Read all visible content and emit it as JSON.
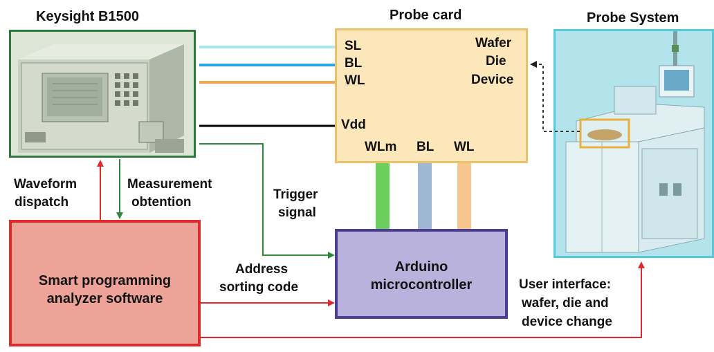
{
  "titles": {
    "keysight": "Keysight B1500",
    "probe_card": "Probe card",
    "probe_system": "Probe System"
  },
  "probe_card": {
    "left_labels": [
      "SL",
      "BL",
      "WL"
    ],
    "vdd": "Vdd",
    "right_labels": [
      "Wafer",
      "Die",
      "Device"
    ],
    "bottom_labels": [
      "WLm",
      "BL",
      "WL"
    ]
  },
  "software": {
    "line1": "Smart programming",
    "line2": "analyzer software"
  },
  "arduino": {
    "line1": "Arduino",
    "line2": "microcontroller"
  },
  "annotations": {
    "waveform_1": "Waveform",
    "waveform_2": "dispatch",
    "measurement_1": "Measurement",
    "measurement_2": "obtention",
    "trigger_1": "Trigger",
    "trigger_2": "signal",
    "address_1": "Address",
    "address_2": "sorting code",
    "user_1": "User interface:",
    "user_2": "wafer, die and",
    "user_3": "device change"
  },
  "colors": {
    "sl_line": "#a8e6ec",
    "bl_line": "#2aa3df",
    "wl_line": "#f4a64a",
    "vdd_line": "#000000",
    "green_arrow": "#2a8a3a",
    "red_arrow": "#e02a2a",
    "wlm_bar": "#6ccf5c",
    "bl_bar": "#9fb7d3",
    "wl_bar": "#f7c58e"
  }
}
